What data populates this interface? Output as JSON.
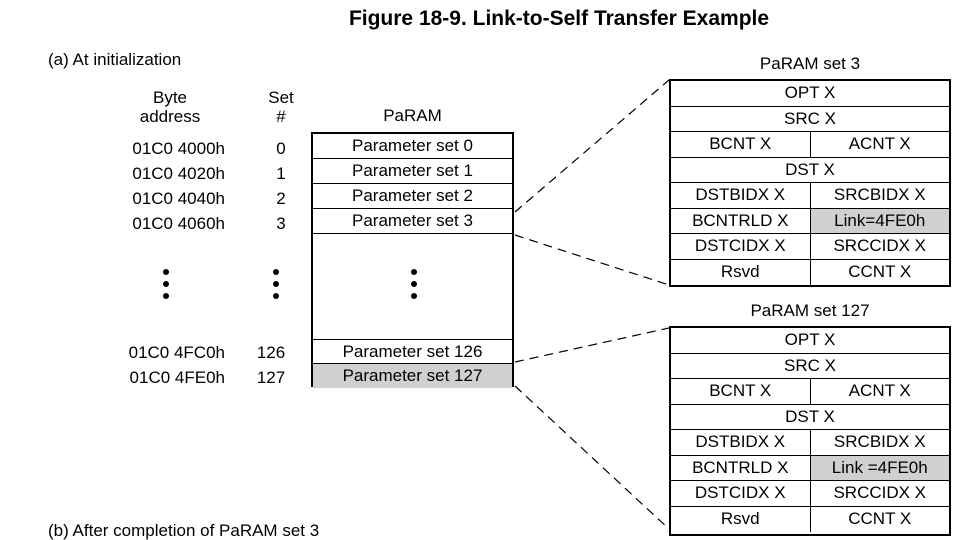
{
  "figure_title": "Figure 18-9. Link-to-Self Transfer Example",
  "section_a_label": "(a)  At initialization",
  "section_b_label": "(b)  After completion of PaRAM set 3",
  "col_byte_address": [
    "Byte",
    "address"
  ],
  "col_set_num": [
    "Set",
    "#"
  ],
  "col_param": "PaRAM",
  "rows": [
    {
      "address": "01C0 4000h",
      "set": "0",
      "param": "Parameter set 0"
    },
    {
      "address": "01C0 4020h",
      "set": "1",
      "param": "Parameter set 1"
    },
    {
      "address": "01C0 4040h",
      "set": "2",
      "param": "Parameter set 2"
    },
    {
      "address": "01C0 4060h",
      "set": "3",
      "param": "Parameter set 3"
    }
  ],
  "rows_bottom": [
    {
      "address": "01C0 4FC0h",
      "set": "126",
      "param": "Parameter set 126"
    },
    {
      "address": "01C0 4FE0h",
      "set": "127",
      "param": "Parameter set 127",
      "highlight": true
    }
  ],
  "ellipsis": "⋮",
  "detail_set3": {
    "title": "PaRAM set 3",
    "rows": [
      [
        "OPT X"
      ],
      [
        "SRC X"
      ],
      [
        "BCNT X",
        "ACNT X"
      ],
      [
        "DST X"
      ],
      [
        "DSTBIDX X",
        "SRCBIDX X"
      ],
      [
        "BCNTRLD X",
        "Link=4FE0h"
      ],
      [
        "DSTCIDX X",
        "SRCCIDX X"
      ],
      [
        "Rsvd",
        "CCNT X"
      ]
    ]
  },
  "detail_set127": {
    "title": "PaRAM set 127",
    "rows": [
      [
        "OPT X"
      ],
      [
        "SRC X"
      ],
      [
        "BCNT X",
        "ACNT X"
      ],
      [
        "DST X"
      ],
      [
        "DSTBIDX X",
        "SRCBIDX X"
      ],
      [
        "BCNTRLD X",
        "Link =4FE0h"
      ],
      [
        "DSTCIDX X",
        "SRCCIDX X"
      ],
      [
        "Rsvd",
        "CCNT X"
      ]
    ]
  },
  "colors": {
    "highlight": "#d0d0d0",
    "line": "#000000"
  }
}
